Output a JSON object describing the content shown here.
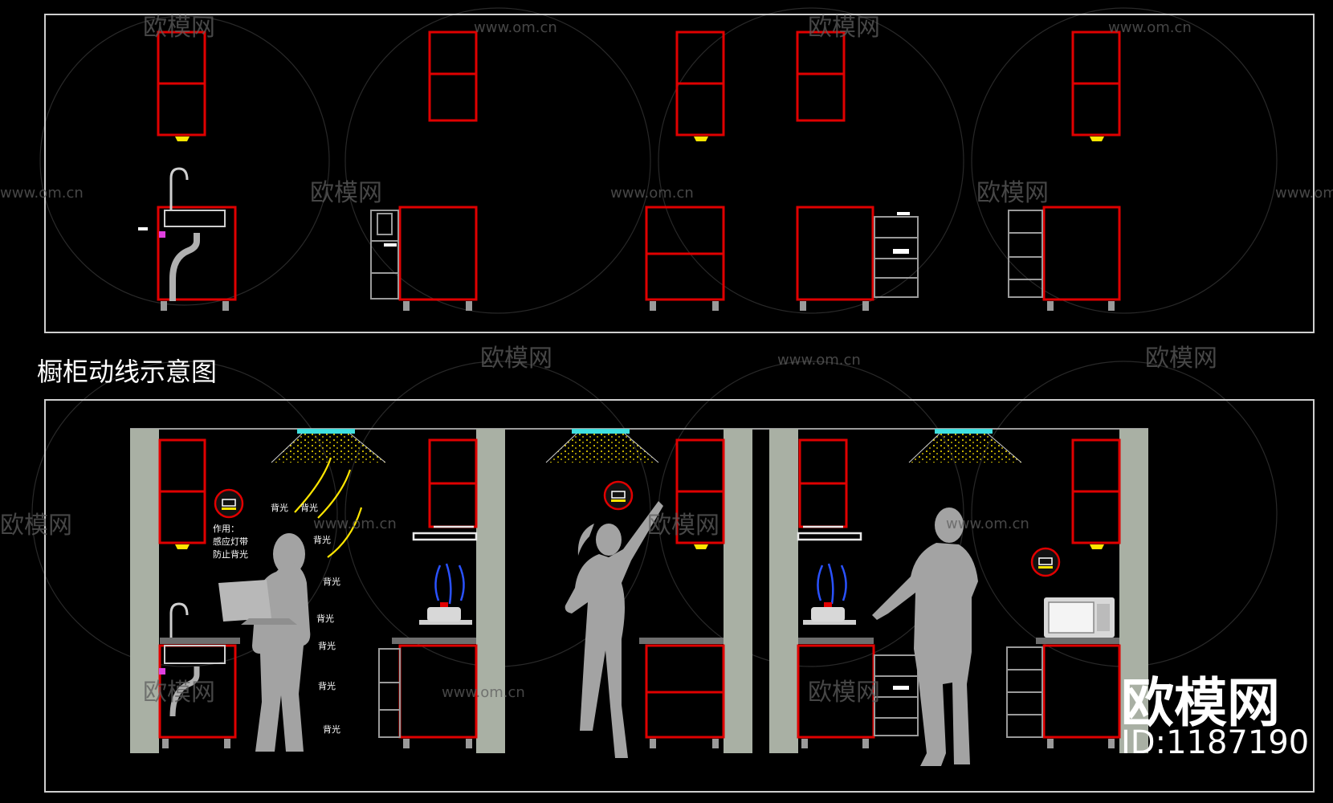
{
  "title": "橱柜动线示意图",
  "annotation": {
    "line1": "作用：",
    "line2": "感应灯带",
    "line3": "防止背光"
  },
  "backlight_label": "背光",
  "brand": {
    "name": "欧模网",
    "id_text": "ID:1187190"
  },
  "watermarks": {
    "logo_text": "欧模网",
    "url_text": "www.om.cn"
  },
  "colors": {
    "background": "#000000",
    "frame": "#cfcfcf",
    "cabinet": "#e00000",
    "wall": "#a9b0a4",
    "silhouette": "#a3a3a3",
    "light": "#ffe600",
    "hood": "#40e0e0",
    "flame": "#2a52ff",
    "fixture": "#cfcfcf"
  },
  "icons": [
    "sensor-light-icon",
    "faucet-icon",
    "stove-pot-icon",
    "microwave-icon",
    "range-hood-icon",
    "ceiling-light-icon",
    "pull-out-basket-icon"
  ]
}
